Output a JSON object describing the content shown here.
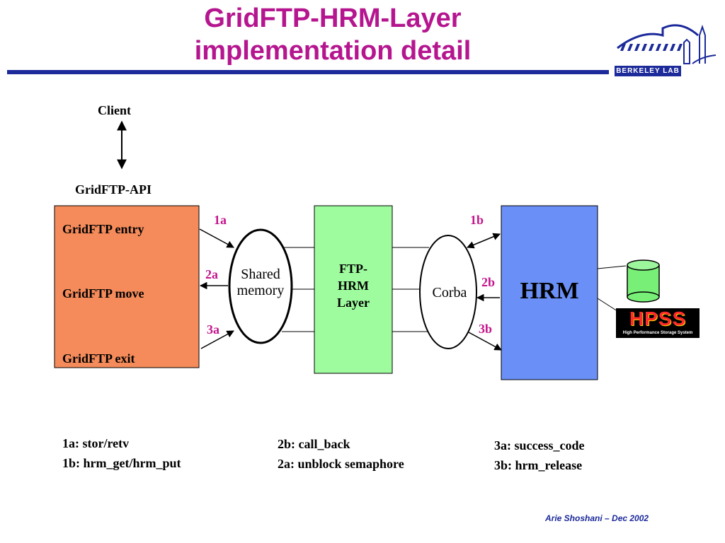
{
  "slide": {
    "title_line1": "GridFTP-HRM-Layer",
    "title_line2": "implementation detail",
    "logo_text": "BERKELEY LAB",
    "footer": "Arie Shoshani – Dec 2002"
  },
  "diagram": {
    "client_label": "Client",
    "api_label": "GridFTP-API",
    "gridftp_box": {
      "entry": "GridFTP entry",
      "move": "GridFTP move",
      "exit": "GridFTP exit",
      "fill": "#f58b5a"
    },
    "shared_memory": {
      "line1": "Shared",
      "line2": "memory"
    },
    "ftp_hrm_layer": {
      "line1": "FTP-",
      "line2": "HRM",
      "line3": "Layer",
      "fill": "#9efc9e"
    },
    "corba": "Corba",
    "hrm": {
      "label": "HRM",
      "fill": "#6a8ff7"
    },
    "hpss": {
      "logo": "HPSS",
      "caption": "High Performance Storage System",
      "disk_fill": "#78f078"
    },
    "steps": {
      "s1a": "1a",
      "s2a": "2a",
      "s3a": "3a",
      "s1b": "1b",
      "s2b": "2b",
      "s3b": "3b"
    }
  },
  "legend": {
    "col1": [
      "1a: stor/retv",
      "1b: hrm_get/hrm_put"
    ],
    "col2": [
      "2b: call_back",
      "2a: unblock semaphore"
    ],
    "col3": [
      "3a: success_code",
      "3b: hrm_release"
    ]
  }
}
